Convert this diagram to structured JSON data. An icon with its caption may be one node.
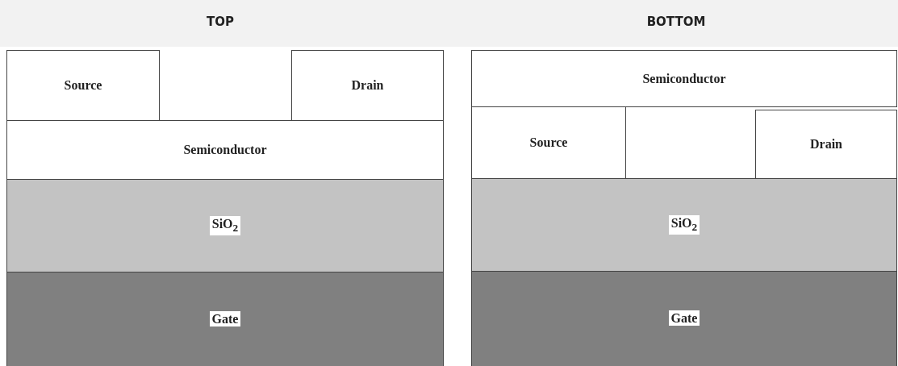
{
  "diagram": {
    "nodes": [
      {
        "text": [
          "Source"
        ]
      },
      {
        "text": [
          "Drain"
        ]
      },
      {
        "text": [
          "Semiconductor"
        ]
      },
      {
        "text": [
          "SiO$_{2}$"
        ]
      },
      {
        "text": [
          "Gate"
        ]
      },
      {
        "text": [
          "Semiconductor"
        ]
      },
      {
        "text": [
          "Source"
        ]
      },
      {
        "text": [
          "Drain"
        ]
      },
      {
        "text": [
          "SiO$_{2}$"
        ]
      },
      {
        "text": [
          "Gate"
        ]
      }
    ],
    "labels": [
      "TOP",
      "BOTTOM"
    ]
  }
}
